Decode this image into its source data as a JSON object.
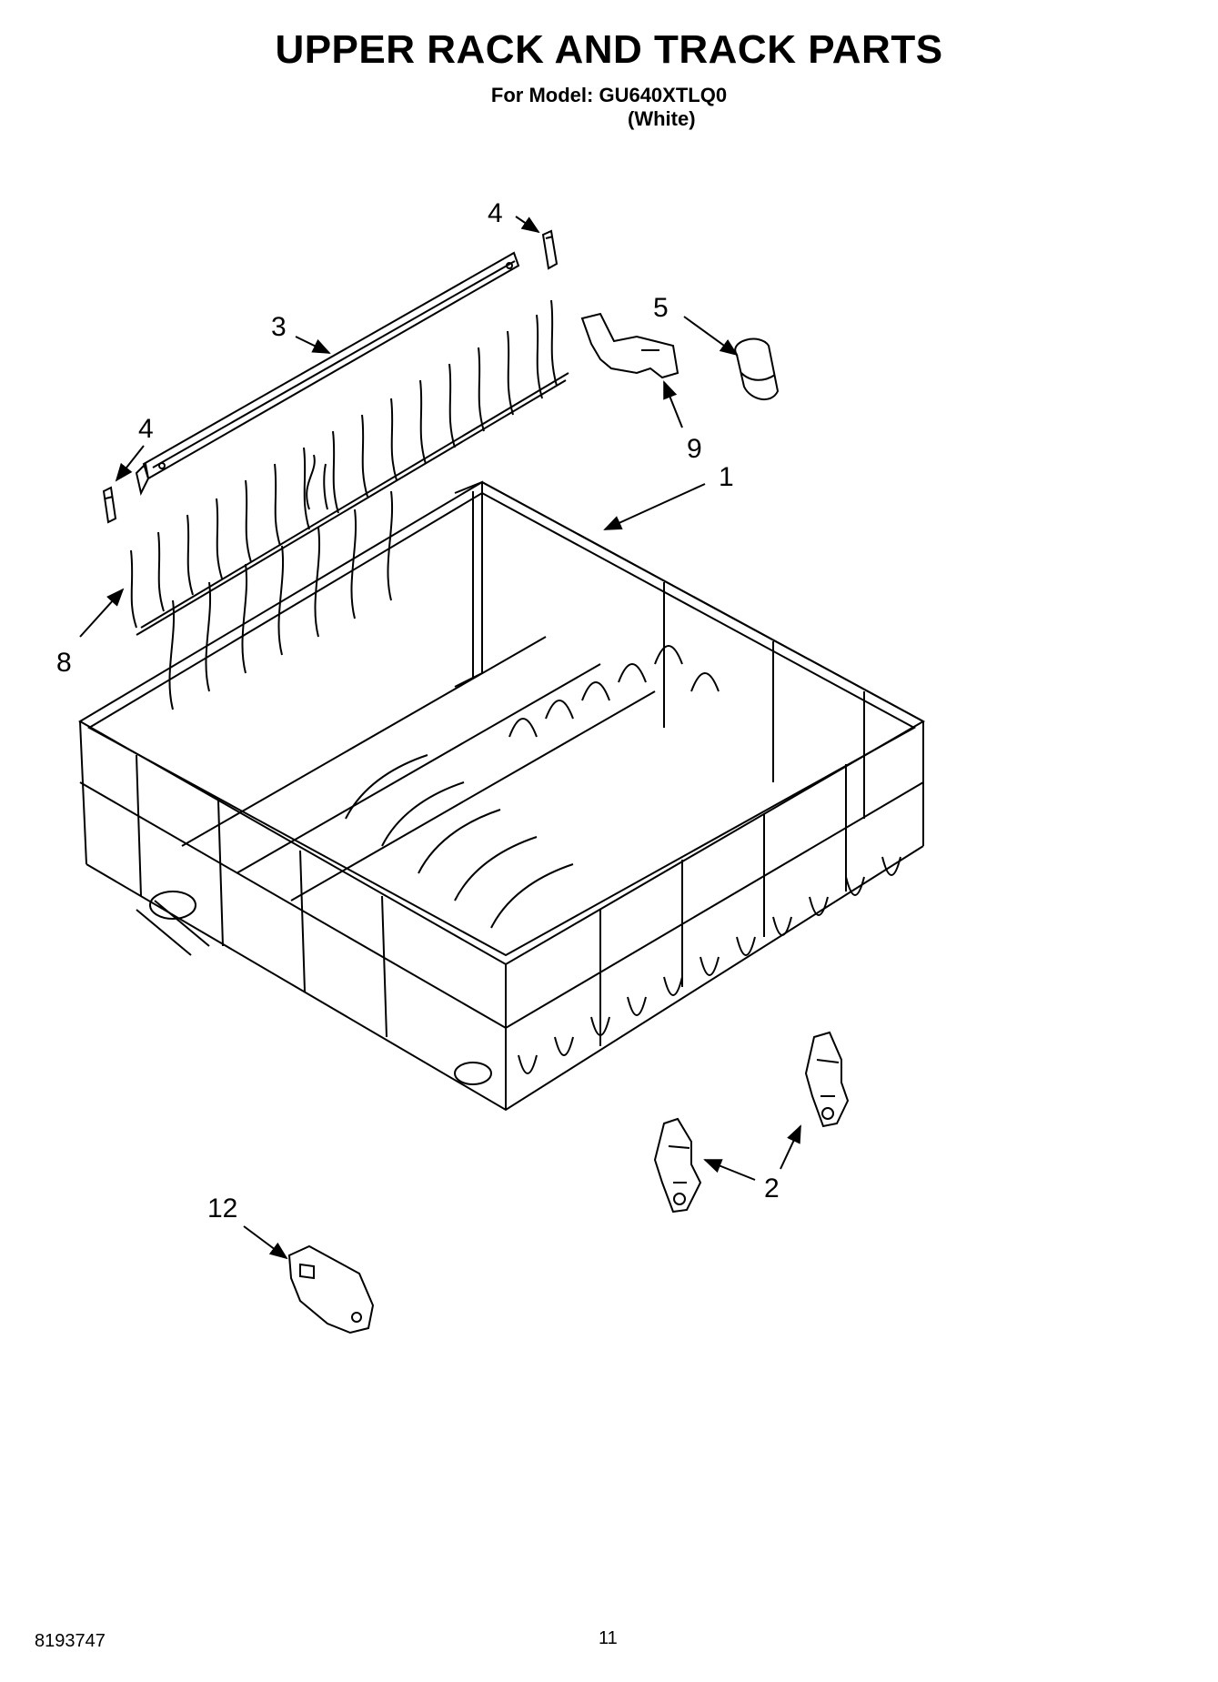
{
  "header": {
    "title": "UPPER RACK AND TRACK PARTS",
    "model_line": "For Model: GU640XTLQ0",
    "variant": "(White)"
  },
  "callouts": [
    "4",
    "3",
    "4",
    "5",
    "9",
    "1",
    "8",
    "2",
    "12"
  ],
  "footer": {
    "doc_number": "8193747",
    "page_number": "11"
  }
}
